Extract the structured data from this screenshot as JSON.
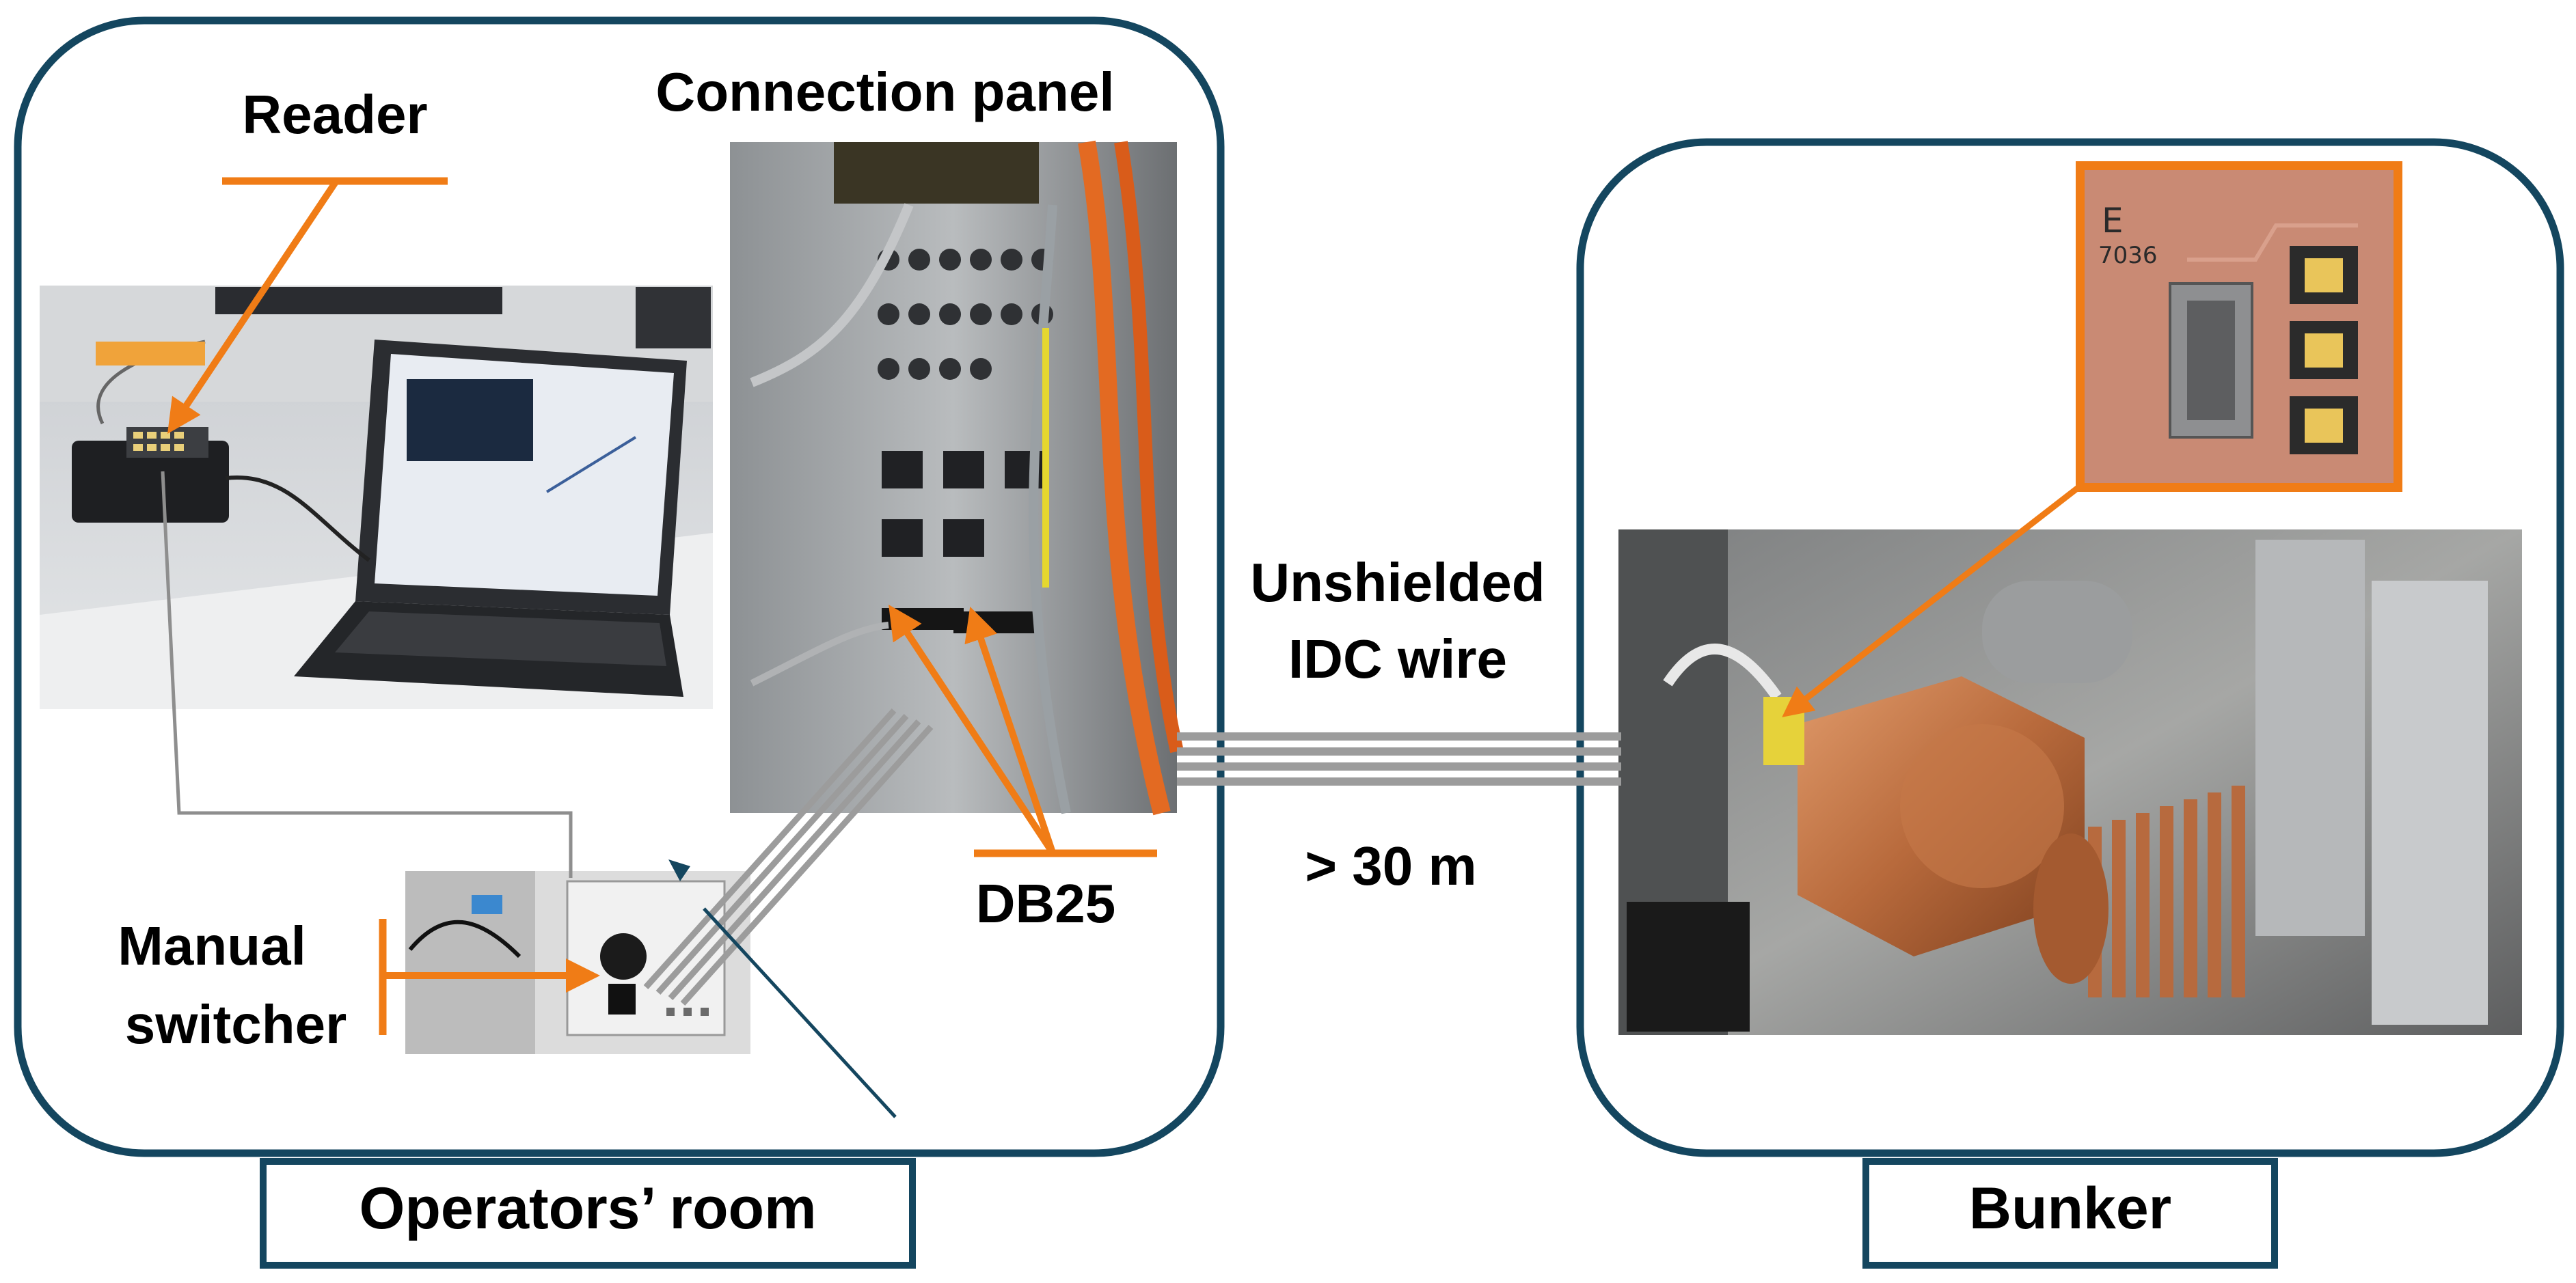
{
  "labels": {
    "reader": "Reader",
    "connection_panel": "Connection panel",
    "manual_switcher_line1": "Manual",
    "manual_switcher_line2": "switcher",
    "db25": "DB25",
    "unshielded_line1": "Unshielded",
    "unshielded_line2": "IDC wire",
    "distance": "> 30 m",
    "operators_room": "Operators’ room",
    "bunker": "Bunker"
  },
  "chip_marking": {
    "letter": "E",
    "number": "7036"
  },
  "colors": {
    "frame": "#14465f",
    "arrow": "#f07c16",
    "cable": "#9c9c9c",
    "wire": "#8e8e8e",
    "copper": "#b86a3c",
    "pcb": "#c98a74"
  }
}
